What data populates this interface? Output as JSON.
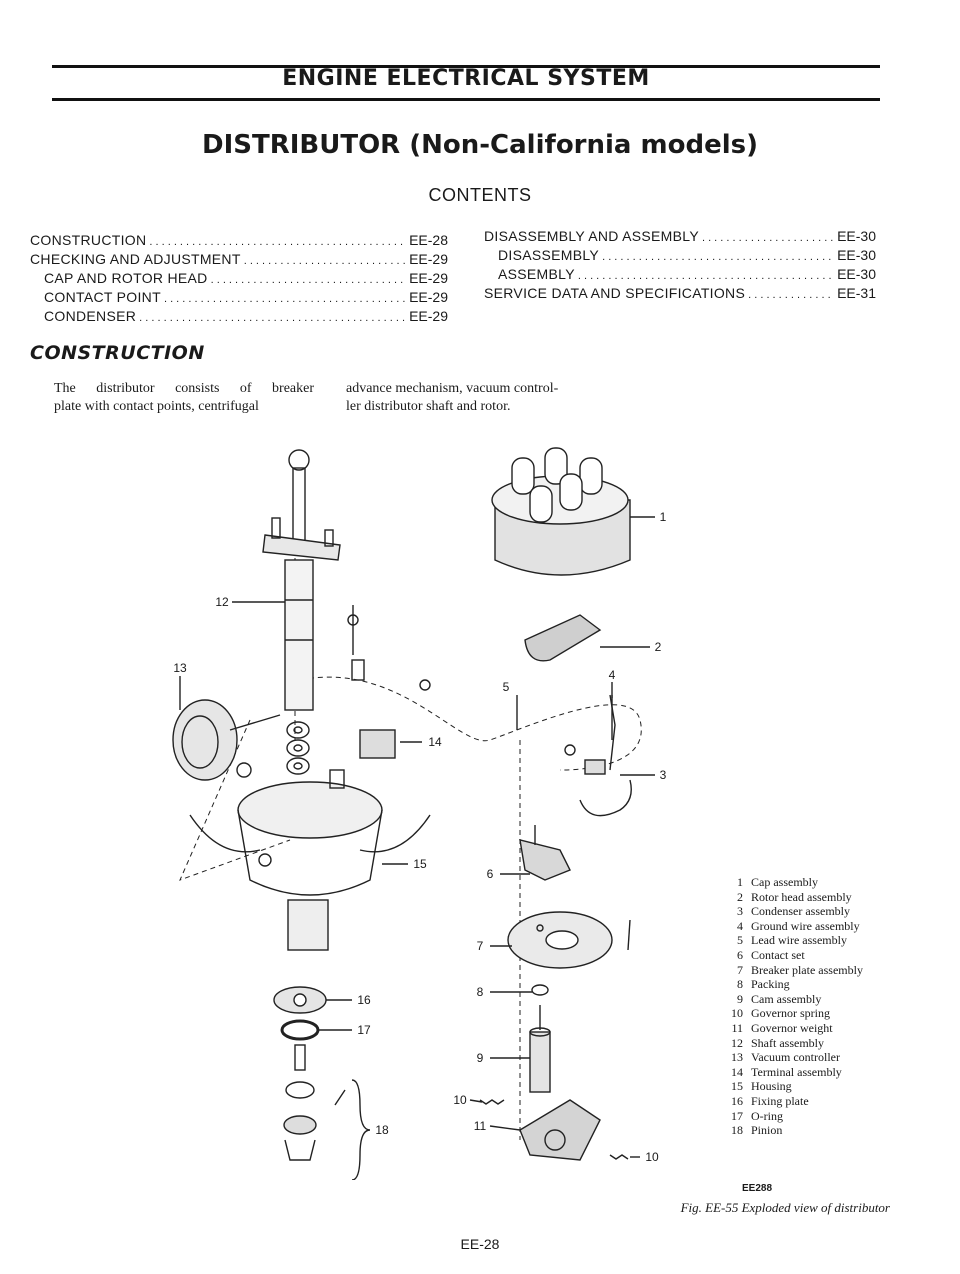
{
  "header": {
    "section_title": "ENGINE ELECTRICAL SYSTEM",
    "page_title": "DISTRIBUTOR (Non-California models)",
    "contents_heading": "CONTENTS"
  },
  "toc": {
    "left": [
      {
        "label": "CONSTRUCTION",
        "page": "EE-28"
      },
      {
        "label": "CHECKING AND ADJUSTMENT",
        "page": "EE-29"
      },
      {
        "label": "CAP AND ROTOR HEAD",
        "page": "EE-29"
      },
      {
        "label": "CONTACT POINT",
        "page": "EE-29"
      },
      {
        "label": "CONDENSER",
        "page": "EE-29"
      }
    ],
    "right": [
      {
        "label": "DISASSEMBLY AND ASSEMBLY",
        "page": "EE-30"
      },
      {
        "label": "DISASSEMBLY",
        "page": "EE-30"
      },
      {
        "label": "ASSEMBLY",
        "page": "EE-30"
      },
      {
        "label": "SERVICE DATA AND SPECIFICATIONS",
        "page": "EE-31"
      }
    ]
  },
  "construction": {
    "heading": "CONSTRUCTION",
    "text_lines": [
      "The distributor consists of breaker",
      "plate with contact points, centrifugal",
      "advance mechanism, vacuum control-",
      "ler distributor shaft and rotor."
    ]
  },
  "figure": {
    "callouts": [
      "1",
      "2",
      "3",
      "4",
      "5",
      "6",
      "7",
      "8",
      "9",
      "10",
      "11",
      "12",
      "13",
      "14",
      "15",
      "16",
      "17",
      "18"
    ],
    "legend": [
      {
        "num": "1",
        "label": "Cap assembly"
      },
      {
        "num": "2",
        "label": "Rotor head assembly"
      },
      {
        "num": "3",
        "label": "Condenser assembly"
      },
      {
        "num": "4",
        "label": "Ground wire assembly"
      },
      {
        "num": "5",
        "label": "Lead wire assembly"
      },
      {
        "num": "6",
        "label": "Contact set"
      },
      {
        "num": "7",
        "label": "Breaker plate assembly"
      },
      {
        "num": "8",
        "label": "Packing"
      },
      {
        "num": "9",
        "label": "Cam assembly"
      },
      {
        "num": "10",
        "label": "Governor spring"
      },
      {
        "num": "11",
        "label": "Governor weight"
      },
      {
        "num": "12",
        "label": "Shaft assembly"
      },
      {
        "num": "13",
        "label": "Vacuum controller"
      },
      {
        "num": "14",
        "label": "Terminal assembly"
      },
      {
        "num": "15",
        "label": "Housing"
      },
      {
        "num": "16",
        "label": "Fixing plate"
      },
      {
        "num": "17",
        "label": "O-ring"
      },
      {
        "num": "18",
        "label": "Pinion"
      }
    ],
    "code": "EE288",
    "caption": "Fig. EE-55 Exploded view of distributor"
  },
  "footer": {
    "page_number": "EE-28"
  }
}
